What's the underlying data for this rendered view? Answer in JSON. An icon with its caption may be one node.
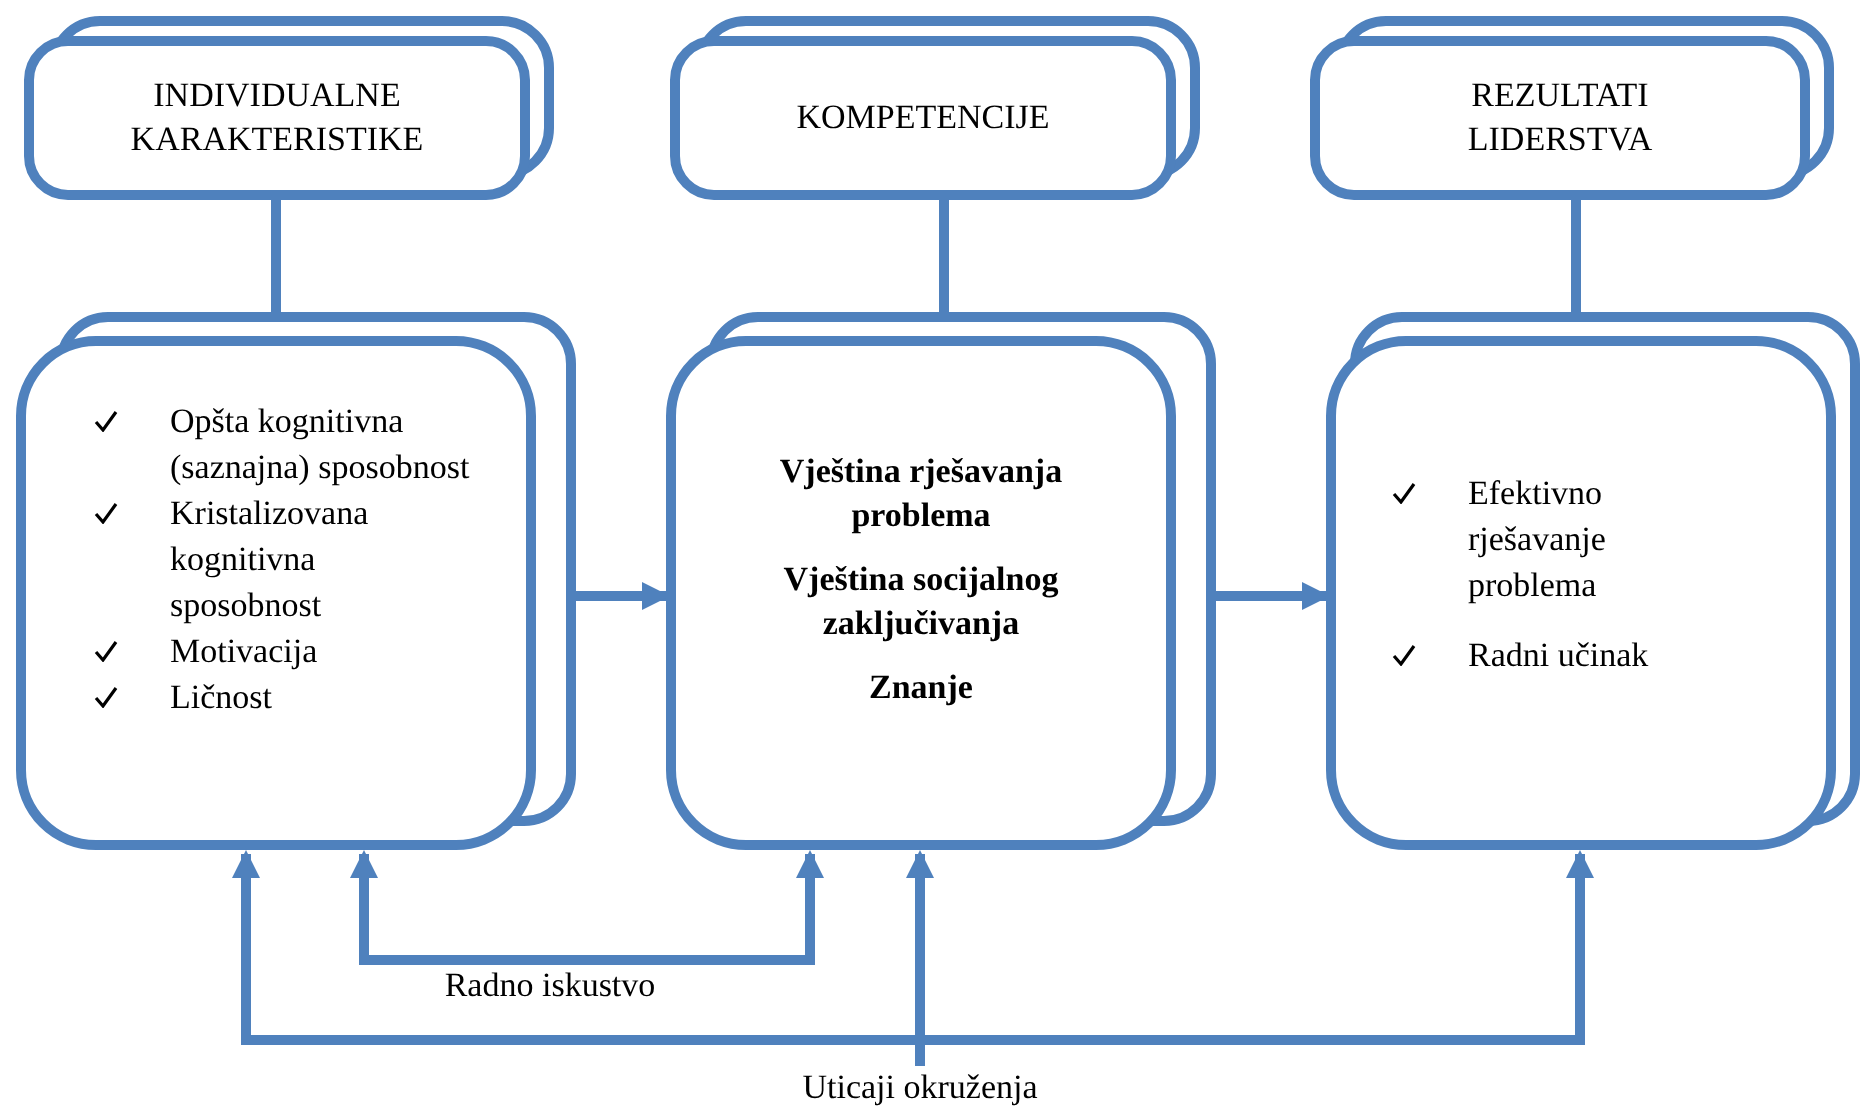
{
  "diagram": {
    "nodes": [
      {
        "text": [
          "INDIVIDUALNE KARAKTERISTIKE"
        ]
      },
      {
        "text": [
          "KOMPETENCIJE"
        ]
      },
      {
        "text": [
          "REZULTATI LIDERSTVA"
        ]
      },
      {
        "text": [
          "Opšta kognitivna (saznajna) sposobnost",
          "Kristalizovana kognitivna sposobnost",
          "Motivacija",
          "Ličnost"
        ]
      },
      {
        "text": [
          "Vještina rješavanja problema",
          "Vještina socijalnog zaključivanja",
          "Znanje"
        ]
      },
      {
        "text": [
          "Efektivno rješavanje problema",
          "Radni učinak"
        ]
      },
      {
        "text": [
          "Radno iskustvo"
        ]
      },
      {
        "text": [
          "Uticaji okruženja"
        ]
      }
    ],
    "edges": [
      {
        "from": 0,
        "to": 3,
        "arrow": "none"
      },
      {
        "from": 1,
        "to": 4,
        "arrow": "none"
      },
      {
        "from": 2,
        "to": 5,
        "arrow": "none"
      },
      {
        "from": 3,
        "to": 4,
        "arrow": "to"
      },
      {
        "from": 4,
        "to": 5,
        "arrow": "to"
      },
      {
        "from": 6,
        "to": 3,
        "arrow": "to"
      },
      {
        "from": 6,
        "to": 4,
        "arrow": "to"
      },
      {
        "from": 7,
        "to": 3,
        "arrow": "to"
      },
      {
        "from": 7,
        "to": 4,
        "arrow": "to"
      },
      {
        "from": 7,
        "to": 5,
        "arrow": "to"
      }
    ]
  }
}
